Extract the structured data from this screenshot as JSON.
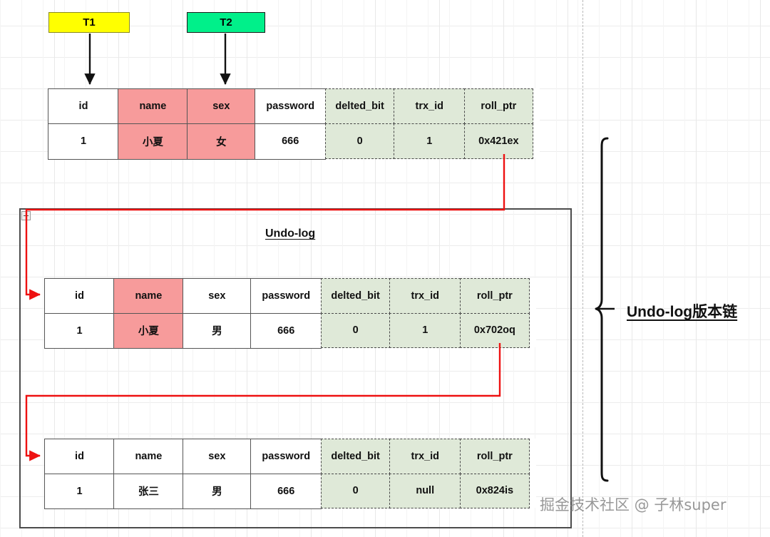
{
  "diagram": {
    "title_undo_log": "Undo-log",
    "chain_label": "Undo-log版本链",
    "watermark": "掘金技术社区 @ 子林super"
  },
  "transactions": [
    {
      "name": "T1",
      "color": "#ffff00",
      "border": "#7a7a00"
    },
    {
      "name": "T2",
      "color": "#00f08a",
      "border": "#1a1a1a"
    }
  ],
  "columns": [
    "id",
    "name",
    "sex",
    "password",
    "delted_bit",
    "trx_id",
    "roll_ptr"
  ],
  "tables": [
    {
      "id": "current-record",
      "headers": [
        "id",
        "name",
        "sex",
        "password",
        "delted_bit",
        "trx_id",
        "roll_ptr"
      ],
      "values": [
        "1",
        "小夏",
        "女",
        "666",
        "0",
        "1",
        "0x421ex"
      ]
    },
    {
      "id": "undo-record-1",
      "headers": [
        "id",
        "name",
        "sex",
        "password",
        "delted_bit",
        "trx_id",
        "roll_ptr"
      ],
      "values": [
        "1",
        "小夏",
        "男",
        "666",
        "0",
        "1",
        "0x702oq"
      ]
    },
    {
      "id": "undo-record-2",
      "headers": [
        "id",
        "name",
        "sex",
        "password",
        "delted_bit",
        "trx_id",
        "roll_ptr"
      ],
      "values": [
        "1",
        "张三",
        "男",
        "666",
        "0",
        "null",
        "0x824is"
      ]
    }
  ],
  "colors": {
    "highlight_pink": "#f79b9b",
    "hidden_green": "#dfe9d8",
    "pointer_red": "#ee1111",
    "arrow_black": "#111111"
  }
}
